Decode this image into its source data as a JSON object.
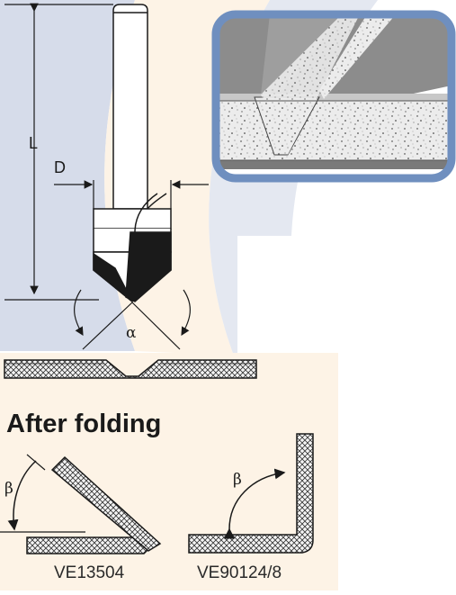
{
  "labels": {
    "length": "L",
    "diameter": "D",
    "angle_alpha": "α",
    "angle_beta": "β"
  },
  "section_title": "After folding",
  "captions": [
    "VE13504",
    "VE90124/8"
  ],
  "colors": {
    "background_blue": "#d6dcea",
    "background_cream": "#fdf3e6",
    "panel_frame": "#6f8fbf",
    "panel_grey": "#8c8c8c",
    "foam": "#ececec",
    "line": "#1a1a1a"
  }
}
